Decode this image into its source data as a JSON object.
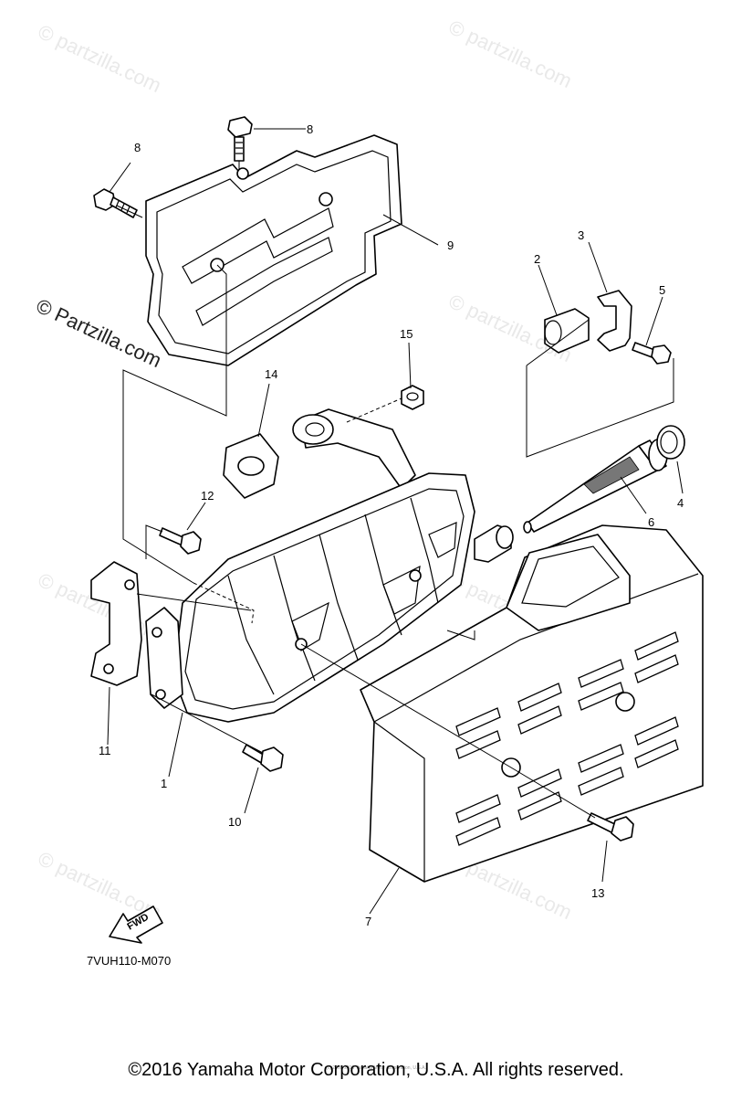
{
  "diagram": {
    "callouts": {
      "c1": "1",
      "c2": "2",
      "c3": "3",
      "c4": "4",
      "c5": "5",
      "c6": "6",
      "c7": "7",
      "c8a": "8",
      "c8b": "8",
      "c9": "9",
      "c10": "10",
      "c11": "11",
      "c12": "12",
      "c13": "13",
      "c14": "14",
      "c15": "15"
    },
    "fwd_label": "FWD",
    "figure_code": "7VUH110-M070"
  },
  "watermark": {
    "text": "© Partzilla.com",
    "small": "© partzilla.com"
  },
  "footer": {
    "copyright": "©2016 Yamaha Motor Corporation, U.S.A. All rights reserved.",
    "fine_print": "(c) 2005-2016 Yamaha Motor Corporation, U.S.A."
  }
}
